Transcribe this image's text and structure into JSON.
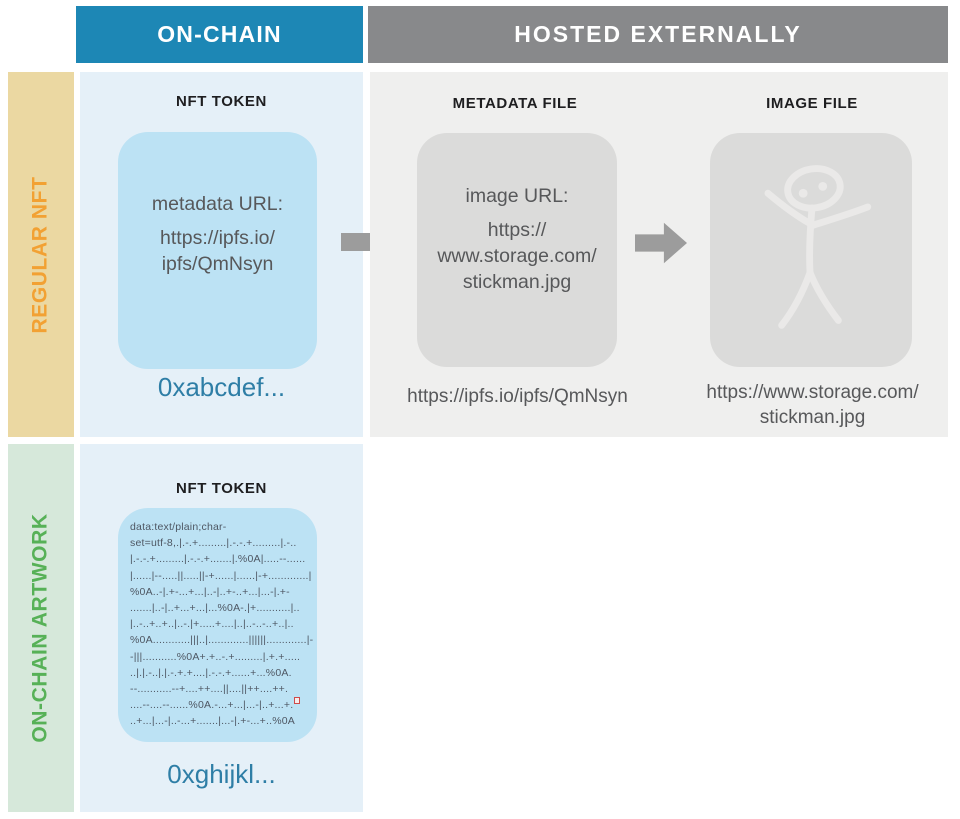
{
  "header": {
    "on_chain": "ON-CHAIN",
    "hosted_externally": "HOSTED EXTERNALLY"
  },
  "rows": {
    "regular_nft": {
      "label": "REGULAR NFT",
      "nft_token": {
        "title": "NFT TOKEN",
        "card_lines": [
          "metadata URL:",
          "https://ipfs.io/",
          "ipfs/QmNsyn"
        ],
        "address": "0xabcdef..."
      },
      "metadata_file": {
        "title": "METADATA FILE",
        "card_lines": [
          "image URL:",
          "https://",
          "www.storage.com/",
          "stickman.jpg"
        ],
        "caption": "https://ipfs.io/ipfs/QmNsyn"
      },
      "image_file": {
        "title": "IMAGE FILE",
        "image_name": "stickman drawing",
        "caption_lines": [
          "https://www.storage.com/",
          "stickman.jpg"
        ]
      }
    },
    "on_chain_artwork": {
      "label": "ON-CHAIN ARTWORK",
      "nft_token": {
        "title": "NFT TOKEN",
        "data_lines": [
          "data:text/plain;char-",
          "set=utf-8,.|.-.+.........|.-.-.+.........|.-..",
          "|.-.-.+.........|.-.-.+.......|.%0A|.....--......",
          "|......|--.....||.....||-+......|......|-+.............|",
          "%0A..-|.+-...+...|..-|..+-..+...|...-|.+-",
          ".......|..-|..+...+...|...%0A-.|+...........|..",
          "|..-..+..+..|..-.|+.....+....|..|..-..-..+..|..",
          "%0A............|||..|.............||||||.............|-",
          "-|||...........%0A+.+..-.+.........|.+.+.....",
          "..|.|.-..|.|.-.+.+....|.-.-.+......+...%0A.",
          "--...........--+....++....||....||++....++.",
          "....--....--......%0A.-...+...|...-|..+...+.",
          "..+...|...-|..-...+.......|...-|.+-...+..%0A"
        ],
        "address": "0xghijkl..."
      }
    }
  },
  "colors": {
    "on_chain_header_bg": "#1d87b5",
    "hosted_header_bg": "#88898b",
    "regular_nft_strip_bg": "#ebd8a2",
    "regular_nft_label": "#f2a133",
    "artwork_strip_bg": "#d6e8da",
    "artwork_label": "#57b157",
    "on_chain_panel_bg": "#e5f0f8",
    "token_card_bg": "#bce2f4",
    "hosted_panel_bg": "#efefee",
    "hosted_card_bg": "#dbdbda",
    "arrow": "#9c9c9c",
    "address_text": "#2e7ea6",
    "body_text": "#57585a"
  }
}
